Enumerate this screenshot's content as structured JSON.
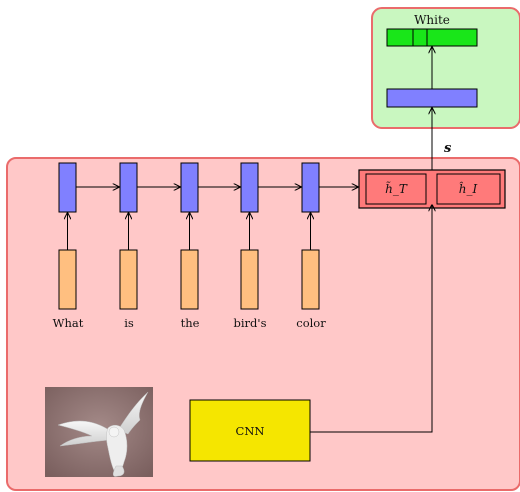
{
  "answer": {
    "label": "White"
  },
  "fusion": {
    "label": "s"
  },
  "question": {
    "words": [
      "What",
      "is",
      "the",
      "bird's",
      "color"
    ]
  },
  "encoders": {
    "text_state": "h̃_T",
    "image_state": "ĥ_I"
  },
  "cnn": {
    "label": "CNN"
  },
  "colors": {
    "main_panel_fill": "#ffc8c8",
    "main_panel_stroke": "#ea6b6b",
    "output_panel_fill": "#c9f7c0",
    "lstm_fill": "#8080ff",
    "embedding_fill": "#ffbf80",
    "state_fill": "#ff7a7a",
    "softmax_fill": "#19e619",
    "cnn_fill": "#f5e600"
  }
}
